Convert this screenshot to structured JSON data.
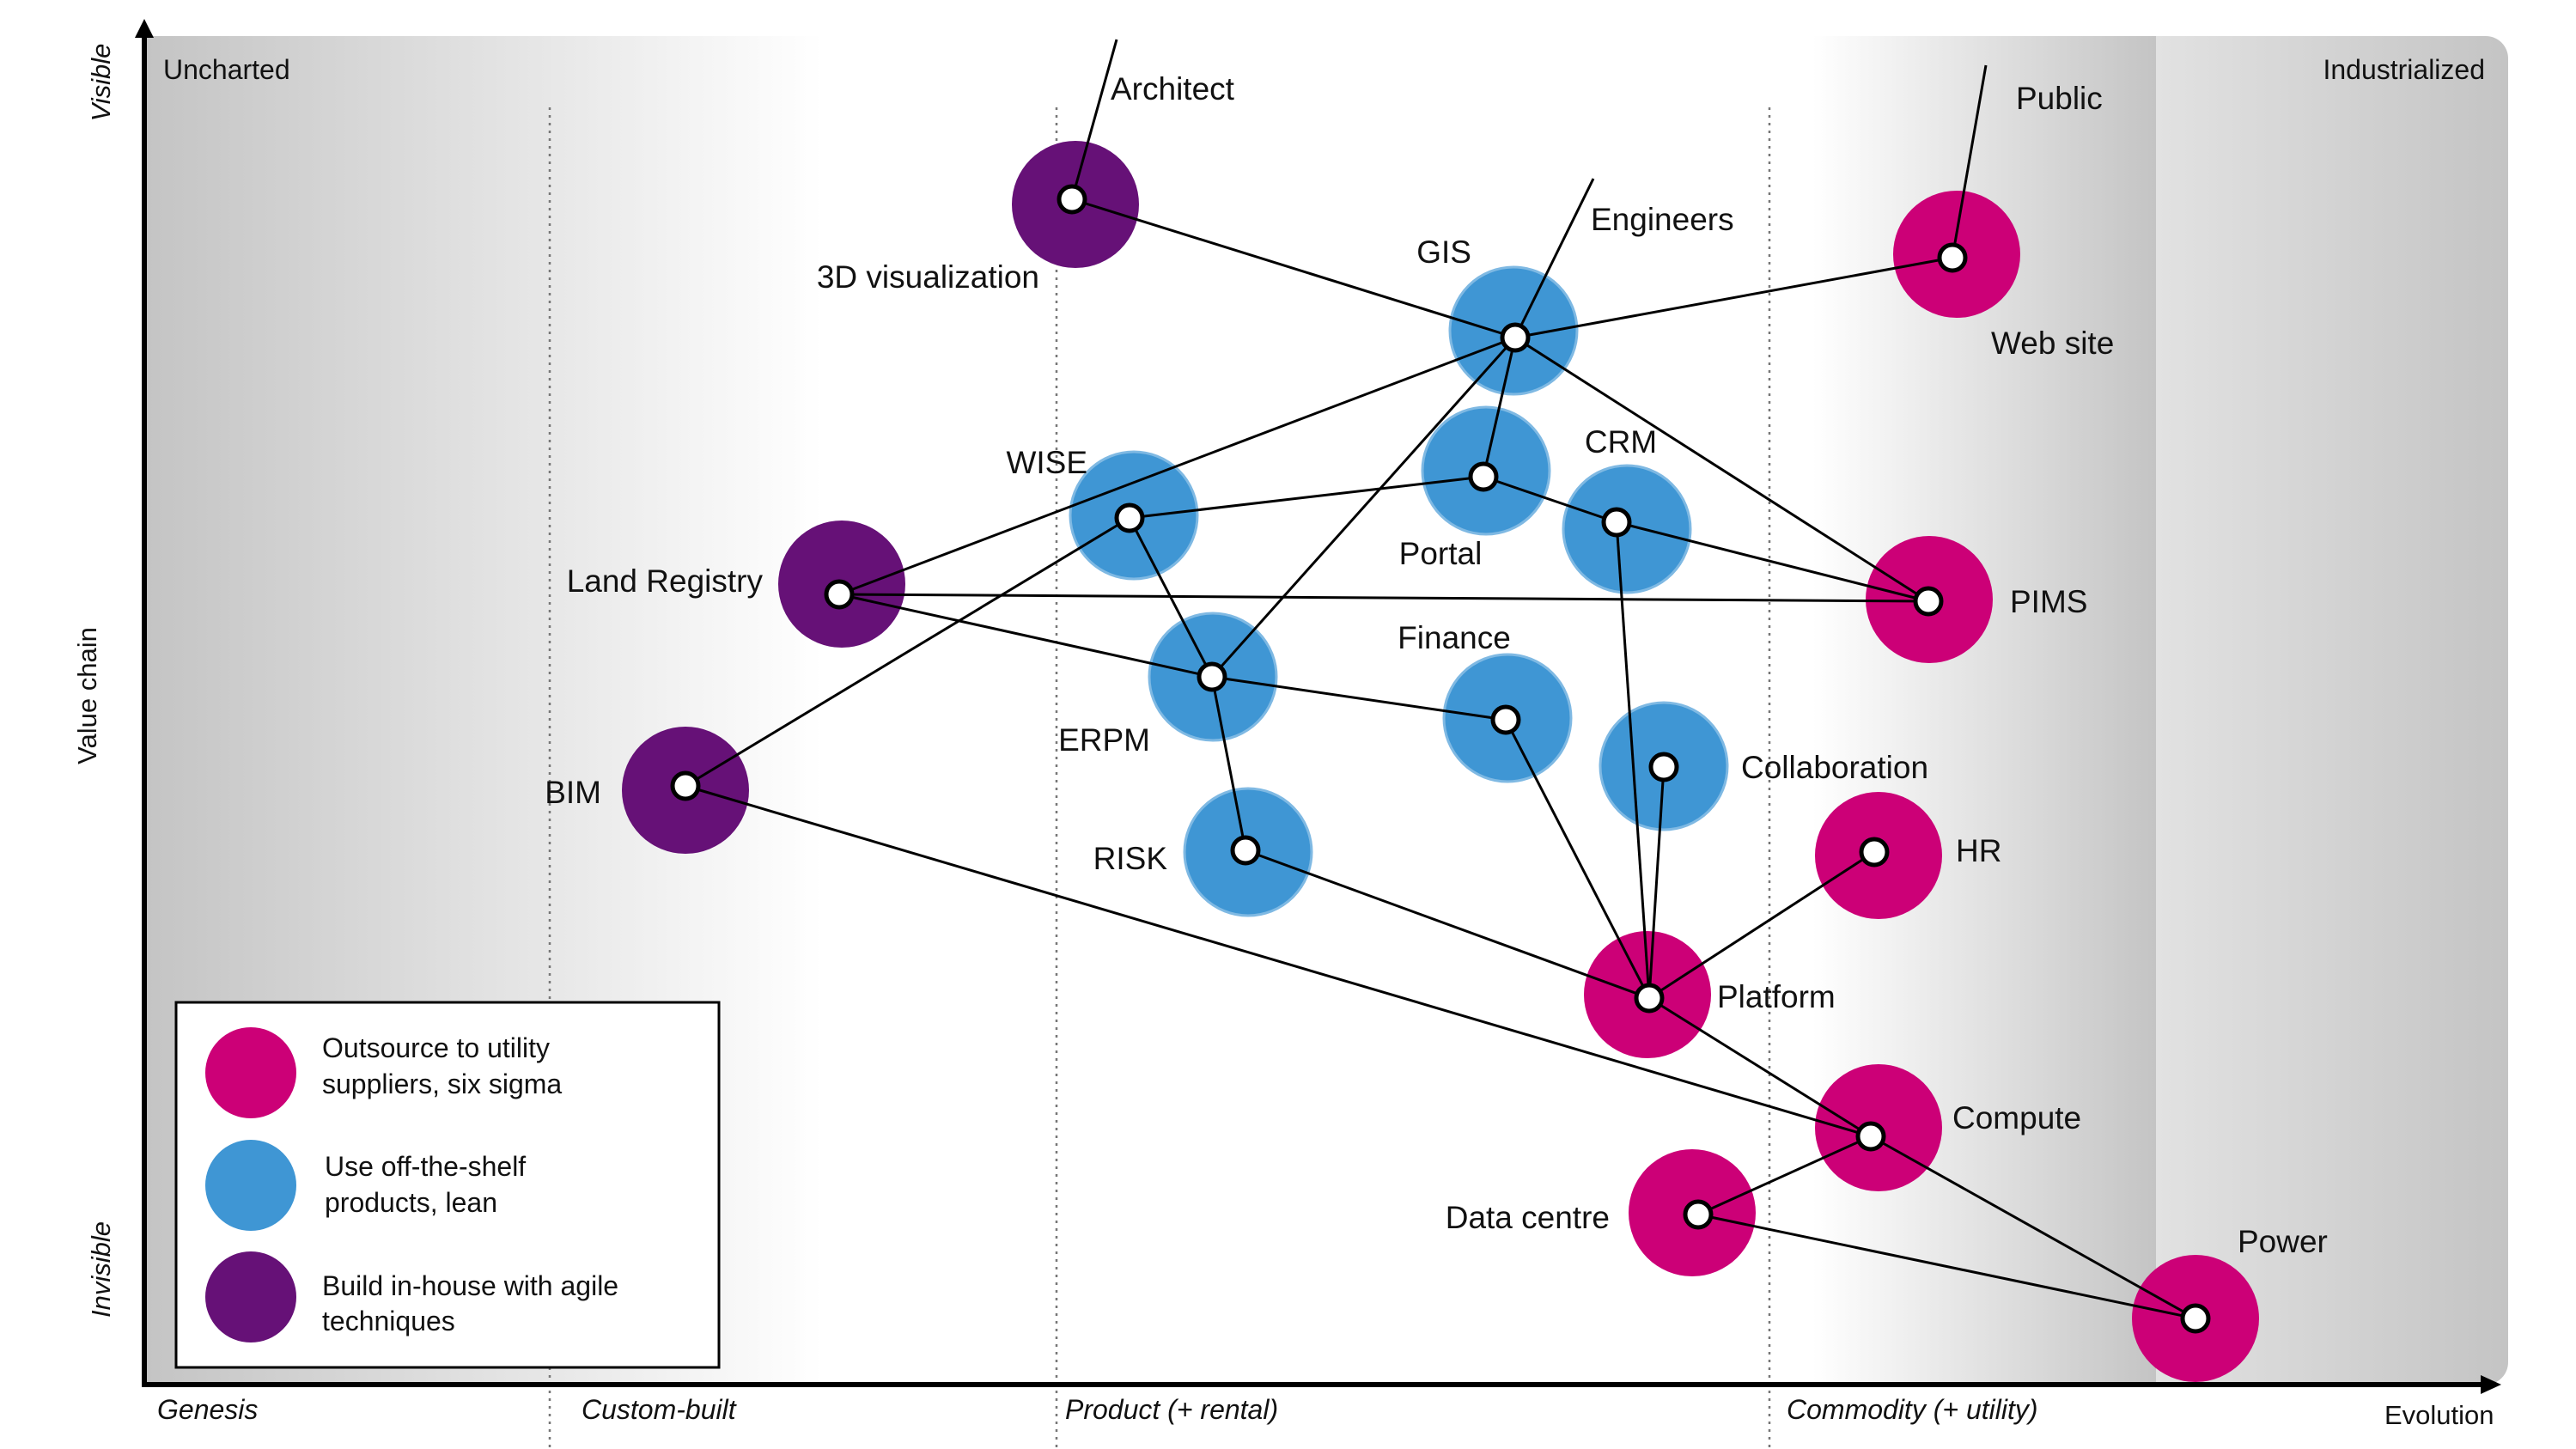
{
  "zones": {
    "left": "Uncharted",
    "right": "Industrialized"
  },
  "stages": [
    "Genesis",
    "Custom-built",
    "Product (+ rental)",
    "Commodity (+ utility)"
  ],
  "axes": {
    "x_end": "Evolution",
    "y_top": "Visible",
    "y_mid": "Value chain",
    "y_bottom": "Invisible"
  },
  "colors": {
    "outsource": "#cc0077",
    "off_the_shelf": "#3f96d4",
    "in_house": "#661177"
  },
  "legend": [
    {
      "key": "outsource",
      "line1": "Outsource to utility",
      "line2": "suppliers, six sigma"
    },
    {
      "key": "off_the_shelf",
      "line1": "Use off-the-shelf",
      "line2": "products, lean"
    },
    {
      "key": "in_house",
      "line1": "Build in-house with agile",
      "line2": "techniques"
    }
  ],
  "users": [
    "Architect",
    "Engineers",
    "Public"
  ],
  "components": [
    {
      "id": "3d",
      "label": "3D visualization",
      "type": "in_house"
    },
    {
      "id": "gis",
      "label": "GIS",
      "type": "off_the_shelf"
    },
    {
      "id": "web",
      "label": "Web site",
      "type": "outsource"
    },
    {
      "id": "wise",
      "label": "WISE",
      "type": "off_the_shelf"
    },
    {
      "id": "portal",
      "label": "Portal",
      "type": "off_the_shelf"
    },
    {
      "id": "crm",
      "label": "CRM",
      "type": "off_the_shelf"
    },
    {
      "id": "land",
      "label": "Land Registry",
      "type": "in_house"
    },
    {
      "id": "pims",
      "label": "PIMS",
      "type": "outsource"
    },
    {
      "id": "erpm",
      "label": "ERPM",
      "type": "off_the_shelf"
    },
    {
      "id": "finance",
      "label": "Finance",
      "type": "off_the_shelf"
    },
    {
      "id": "collab",
      "label": "Collaboration",
      "type": "off_the_shelf"
    },
    {
      "id": "bim",
      "label": "BIM",
      "type": "in_house"
    },
    {
      "id": "hr",
      "label": "HR",
      "type": "outsource"
    },
    {
      "id": "risk",
      "label": "RISK",
      "type": "off_the_shelf"
    },
    {
      "id": "platform",
      "label": "Platform",
      "type": "outsource"
    },
    {
      "id": "compute",
      "label": "Compute",
      "type": "outsource"
    },
    {
      "id": "dc",
      "label": "Data centre",
      "type": "outsource"
    },
    {
      "id": "power",
      "label": "Power",
      "type": "outsource"
    }
  ]
}
